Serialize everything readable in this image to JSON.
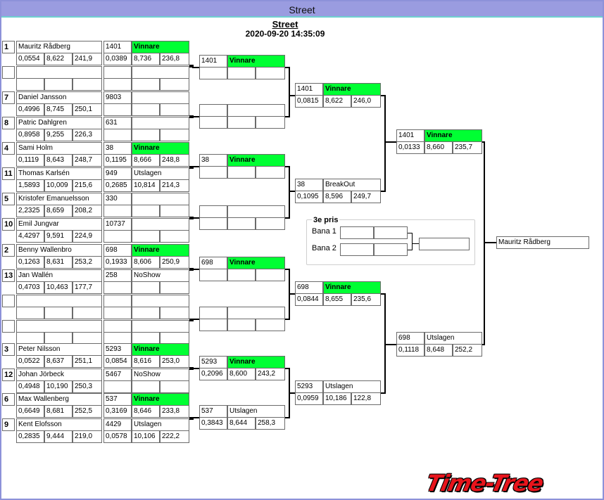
{
  "window": {
    "title": "Street"
  },
  "header": {
    "title": "Street",
    "datetime": "2020-09-20 14:35:09"
  },
  "round1": [
    {
      "seed": "1",
      "name": "Mauritz Rådberg",
      "rt": "0,0554",
      "et": "8,622",
      "mph": "241,9"
    },
    {
      "seed": "",
      "name": "",
      "rt": "",
      "et": "",
      "mph": ""
    },
    {
      "seed": "7",
      "name": "Daniel Jansson",
      "rt": "0,4996",
      "et": "8,745",
      "mph": "250,1"
    },
    {
      "seed": "8",
      "name": "Patric Dahlgren",
      "rt": "0,8958",
      "et": "9,255",
      "mph": "226,3"
    },
    {
      "seed": "4",
      "name": "Sami Holm",
      "rt": "0,1119",
      "et": "8,643",
      "mph": "248,7"
    },
    {
      "seed": "11",
      "name": "Thomas Karlsén",
      "rt": "1,5893",
      "et": "10,009",
      "mph": "215,6"
    },
    {
      "seed": "5",
      "name": "Kristofer Emanuelsson",
      "rt": "2,2325",
      "et": "8,659",
      "mph": "208,2"
    },
    {
      "seed": "10",
      "name": "Emil Jungvar",
      "rt": "4,4297",
      "et": "9,591",
      "mph": "224,9"
    },
    {
      "seed": "2",
      "name": "Benny Wallenbro",
      "rt": "0,1263",
      "et": "8,631",
      "mph": "253,2"
    },
    {
      "seed": "13",
      "name": "Jan Wallén",
      "rt": "0,4703",
      "et": "10,463",
      "mph": "177,7"
    },
    {
      "seed": "",
      "name": "",
      "rt": "",
      "et": "",
      "mph": ""
    },
    {
      "seed": "",
      "name": "",
      "rt": "",
      "et": "",
      "mph": ""
    },
    {
      "seed": "3",
      "name": "Peter Nilsson",
      "rt": "0,0522",
      "et": "8,637",
      "mph": "251,1"
    },
    {
      "seed": "12",
      "name": "Johan Jörbeck",
      "rt": "0,4948",
      "et": "10,190",
      "mph": "250,3"
    },
    {
      "seed": "6",
      "name": "Max Wallenberg",
      "rt": "0,6649",
      "et": "8,681",
      "mph": "252,5"
    },
    {
      "seed": "9",
      "name": "Kent Elofsson",
      "rt": "0,2835",
      "et": "9,444",
      "mph": "219,0"
    }
  ],
  "round2": [
    {
      "id": "1401",
      "status": "Vinnare",
      "win": true,
      "rt": "0,0389",
      "et": "8,736",
      "mph": "236,8"
    },
    {
      "id": "",
      "status": "",
      "win": false,
      "rt": "",
      "et": "",
      "mph": ""
    },
    {
      "id": "9803",
      "status": "",
      "win": false,
      "rt": "",
      "et": "",
      "mph": ""
    },
    {
      "id": "631",
      "status": "",
      "win": false,
      "rt": "",
      "et": "",
      "mph": ""
    },
    {
      "id": "38",
      "status": "Vinnare",
      "win": true,
      "rt": "0,1195",
      "et": "8,666",
      "mph": "248,8"
    },
    {
      "id": "949",
      "status": "Utslagen",
      "win": false,
      "rt": "0,2685",
      "et": "10,814",
      "mph": "214,3"
    },
    {
      "id": "330",
      "status": "",
      "win": false,
      "rt": "",
      "et": "",
      "mph": ""
    },
    {
      "id": "10737",
      "status": "",
      "win": false,
      "rt": "",
      "et": "",
      "mph": ""
    },
    {
      "id": "698",
      "status": "Vinnare",
      "win": true,
      "rt": "0,1933",
      "et": "8,606",
      "mph": "250,9"
    },
    {
      "id": "258",
      "status": "NoShow",
      "win": false,
      "rt": "",
      "et": "",
      "mph": ""
    },
    {
      "id": "",
      "status": "",
      "win": false,
      "rt": "",
      "et": "",
      "mph": ""
    },
    {
      "id": "",
      "status": "",
      "win": false,
      "rt": "",
      "et": "",
      "mph": ""
    },
    {
      "id": "5293",
      "status": "Vinnare",
      "win": true,
      "rt": "0,0854",
      "et": "8,616",
      "mph": "253,0"
    },
    {
      "id": "5467",
      "status": "NoShow",
      "win": false,
      "rt": "",
      "et": "",
      "mph": ""
    },
    {
      "id": "537",
      "status": "Vinnare",
      "win": true,
      "rt": "0,3169",
      "et": "8,646",
      "mph": "233,8"
    },
    {
      "id": "4429",
      "status": "Utslagen",
      "win": false,
      "rt": "0,0578",
      "et": "10,106",
      "mph": "222,2"
    }
  ],
  "round3": [
    {
      "id": "1401",
      "status": "Vinnare",
      "win": true,
      "rt": "",
      "et": "",
      "mph": ""
    },
    {
      "id": "",
      "status": "",
      "win": false,
      "rt": "",
      "et": "",
      "mph": ""
    },
    {
      "id": "38",
      "status": "Vinnare",
      "win": true,
      "rt": "",
      "et": "",
      "mph": ""
    },
    {
      "id": "",
      "status": "",
      "win": false,
      "rt": "",
      "et": "",
      "mph": ""
    },
    {
      "id": "698",
      "status": "Vinnare",
      "win": true,
      "rt": "",
      "et": "",
      "mph": ""
    },
    {
      "id": "",
      "status": "",
      "win": false,
      "rt": "",
      "et": "",
      "mph": ""
    },
    {
      "id": "5293",
      "status": "Vinnare",
      "win": true,
      "rt": "0,2096",
      "et": "8,600",
      "mph": "243,2"
    },
    {
      "id": "537",
      "status": "Utslagen",
      "win": false,
      "rt": "0,3843",
      "et": "8,644",
      "mph": "258,3"
    }
  ],
  "round4": [
    {
      "id": "1401",
      "status": "Vinnare",
      "win": true,
      "rt": "0,0815",
      "et": "8,622",
      "mph": "246,0"
    },
    {
      "id": "38",
      "status": "BreakOut",
      "win": false,
      "rt": "0,1095",
      "et": "8,596",
      "mph": "249,7"
    },
    {
      "id": "698",
      "status": "Vinnare",
      "win": true,
      "rt": "0,0844",
      "et": "8,655",
      "mph": "235,6"
    },
    {
      "id": "5293",
      "status": "Utslagen",
      "win": false,
      "rt": "0,0959",
      "et": "10,186",
      "mph": "122,8"
    }
  ],
  "round5": [
    {
      "id": "1401",
      "status": "Vinnare",
      "win": true,
      "rt": "0,0133",
      "et": "8,660",
      "mph": "235,7"
    },
    {
      "id": "698",
      "status": "Utslagen",
      "win": false,
      "rt": "0,1118",
      "et": "8,648",
      "mph": "252,2"
    }
  ],
  "champion": "Mauritz Rådberg",
  "third_place": {
    "title": "3e pris",
    "lane1": "Bana 1",
    "lane2": "Bana 2"
  },
  "colors": {
    "winner": "#00ff33",
    "titlebar": "#9a9ce0",
    "logo": "#e8141c"
  },
  "logo": {
    "text": "Time-Tree"
  }
}
